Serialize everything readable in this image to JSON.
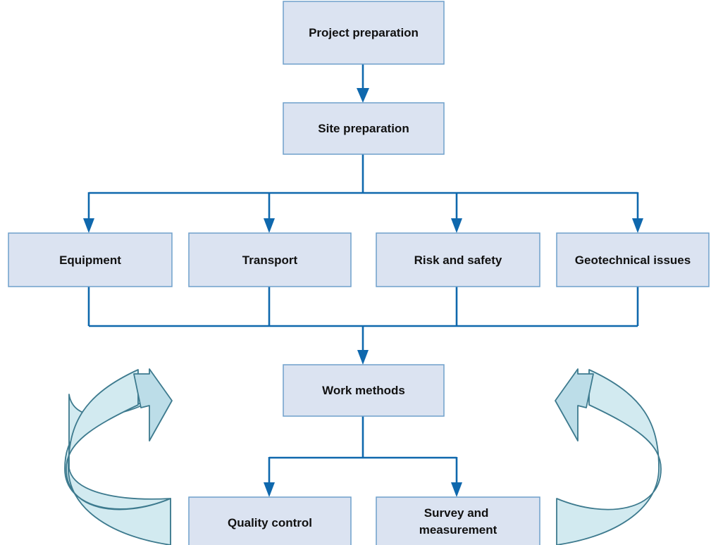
{
  "diagram": {
    "nodes": {
      "project_preparation": "Project preparation",
      "site_preparation": "Site preparation",
      "equipment": "Equipment",
      "transport": "Transport",
      "risk_and_safety": "Risk and safety",
      "geotechnical_issues": "Geotechnical issues",
      "work_methods": "Work methods",
      "quality_control": "Quality control",
      "survey_and_measurement": [
        "Survey and",
        "measurement"
      ]
    },
    "colors": {
      "box_fill": "#dbe3f1",
      "box_border": "#6fa0cb",
      "connector": "#0f68ad",
      "cycle_arrow_fill": "#d2eaf0",
      "cycle_arrow_outline": "#3d7a8e"
    },
    "icons": {
      "left_cycle": "curved-arrow-icon",
      "right_cycle": "curved-arrow-icon"
    }
  }
}
